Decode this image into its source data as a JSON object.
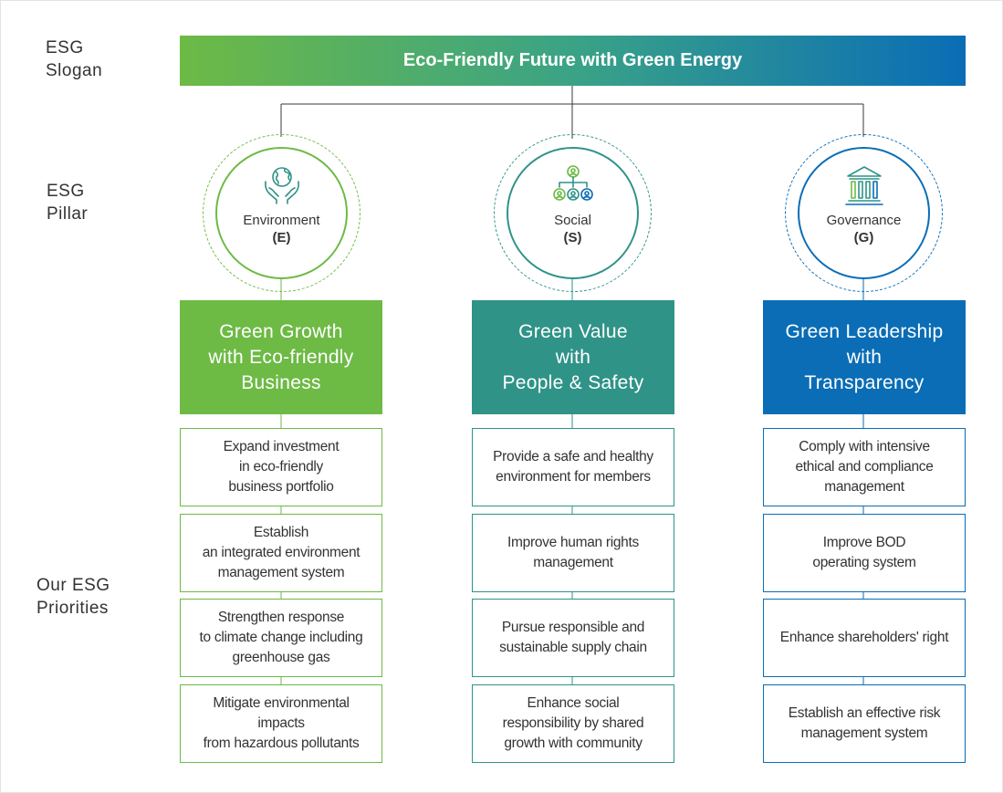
{
  "labels": {
    "slogan": [
      "ESG",
      "Slogan"
    ],
    "pillar": [
      "ESG",
      "Pillar"
    ],
    "priorities": [
      "Our ESG",
      "Priorities"
    ]
  },
  "slogan": "Eco-Friendly Future with Green Energy",
  "colors": {
    "environment": "#6dba45",
    "social": "#2f9388",
    "governance": "#0a6db6"
  },
  "pillars": [
    {
      "name": "Environment",
      "code": "(E)",
      "icon": "globe-hands-icon",
      "theme": [
        "Green Growth",
        "with Eco-friendly",
        "Business"
      ],
      "priorities": [
        [
          "Expand investment",
          "in eco-friendly",
          "business portfolio"
        ],
        [
          "Establish",
          "an integrated environment",
          "management system"
        ],
        [
          "Strengthen response",
          "to climate change including",
          "greenhouse gas"
        ],
        [
          "Mitigate environmental",
          "impacts",
          "from hazardous pollutants"
        ]
      ]
    },
    {
      "name": "Social",
      "code": "(S)",
      "icon": "people-network-icon",
      "theme": [
        "Green Value",
        "with",
        "People & Safety"
      ],
      "priorities": [
        [
          "Provide a safe and healthy",
          "environment for members"
        ],
        [
          "Improve human rights",
          "management"
        ],
        [
          "Pursue responsible and",
          "sustainable supply chain"
        ],
        [
          "Enhance social",
          "responsibility by shared",
          "growth with community"
        ]
      ]
    },
    {
      "name": "Governance",
      "code": "(G)",
      "icon": "institution-building-icon",
      "theme": [
        "Green Leadership",
        "with",
        "Transparency"
      ],
      "priorities": [
        [
          "Comply with intensive",
          "ethical and compliance",
          "management"
        ],
        [
          "Improve BOD",
          "operating system"
        ],
        [
          "Enhance shareholders' right"
        ],
        [
          "Establish an effective risk",
          "management system"
        ]
      ]
    }
  ]
}
